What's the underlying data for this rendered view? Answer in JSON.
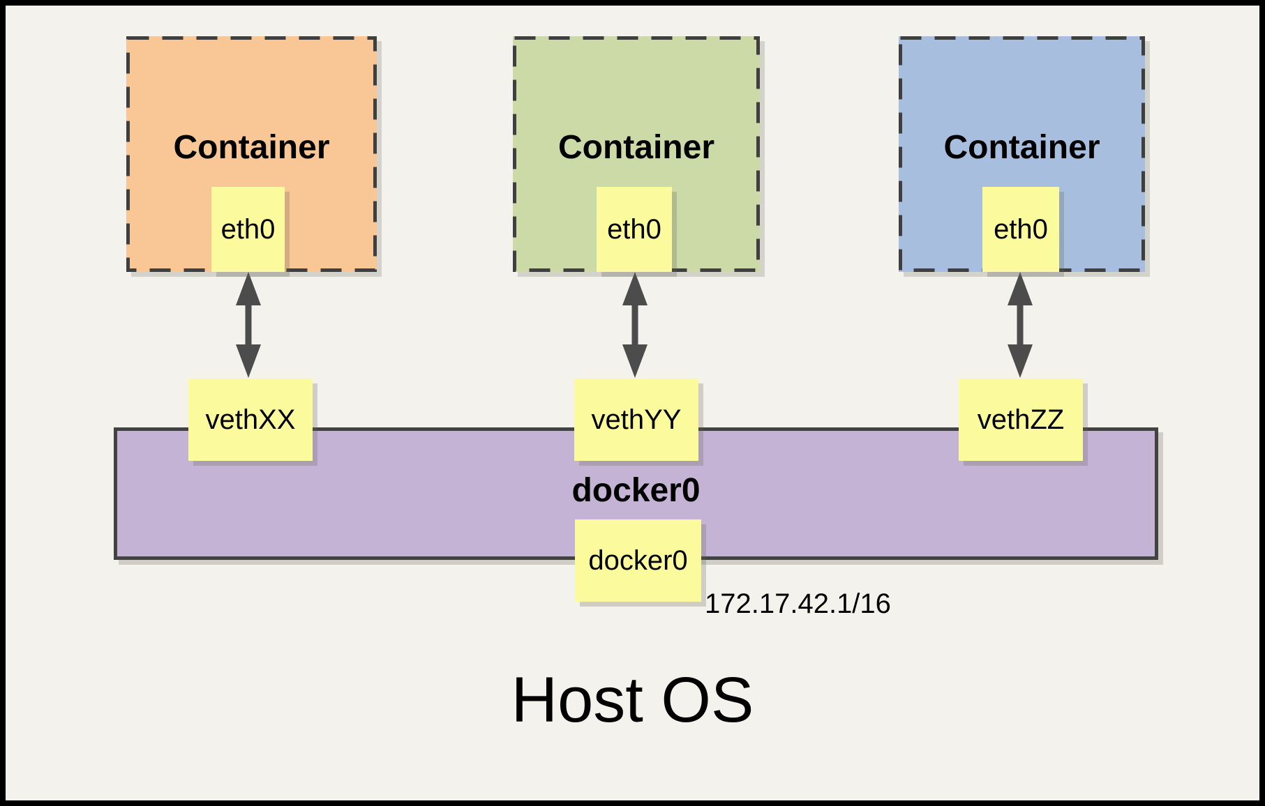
{
  "diagram": {
    "host_label": "Host OS",
    "containers": [
      {
        "title": "Container",
        "interface": "eth0",
        "veth": "vethXX",
        "fill": "#F8C795"
      },
      {
        "title": "Container",
        "interface": "eth0",
        "veth": "vethYY",
        "fill": "#CBDAA6"
      },
      {
        "title": "Container",
        "interface": "eth0",
        "veth": "vethZZ",
        "fill": "#A8BEDE"
      }
    ],
    "bridge": {
      "label": "docker0",
      "interface_label": "docker0",
      "ip": "172.17.42.1/16",
      "fill": "#C5B3D6"
    },
    "colors": {
      "background": "#F4F2EC",
      "frame_border": "#000000",
      "node_fill": "#FBFB9E",
      "dashed_border": "#3F3F3F",
      "arrow": "#4C4C4C"
    }
  }
}
